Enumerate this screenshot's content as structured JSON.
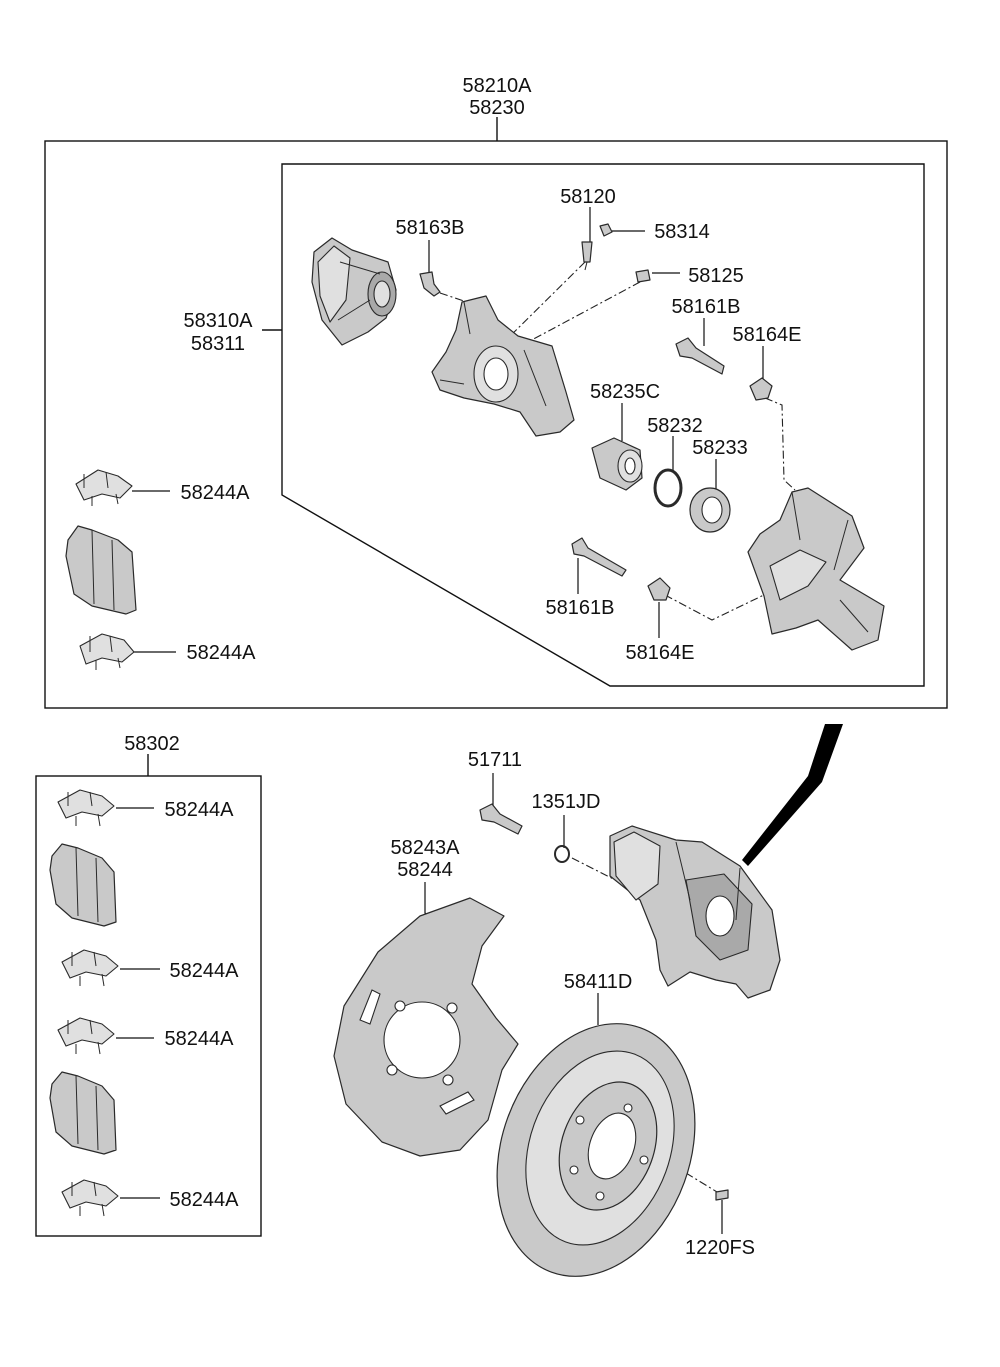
{
  "labels": {
    "assembly_top": "58210A",
    "assembly_bottom": "58230",
    "caliper_body_top": "58310A",
    "caliper_body_bottom": "58311",
    "bleeder": "58120",
    "bleeder_cap": "58314",
    "guide_bolt_a": "58163B",
    "fitting": "58125",
    "guide_pin_top": "58161B",
    "pin_boot_top": "58164E",
    "piston": "58235C",
    "piston_seal": "58232",
    "piston_boot": "58233",
    "guide_pin_bottom": "58161B",
    "pin_boot_bottom": "58164E",
    "clip_upper_left": "58244A",
    "clip_lower_left": "58244A",
    "pad_kit": "58302",
    "kit_clip_1": "58244A",
    "kit_clip_2": "58244A",
    "kit_clip_3": "58244A",
    "kit_clip_4": "58244A",
    "bolt": "51711",
    "washer": "1351JD",
    "dust_cover_top": "58243A",
    "dust_cover_bottom": "58244",
    "disc": "58411D",
    "disc_screw": "1220FS"
  }
}
